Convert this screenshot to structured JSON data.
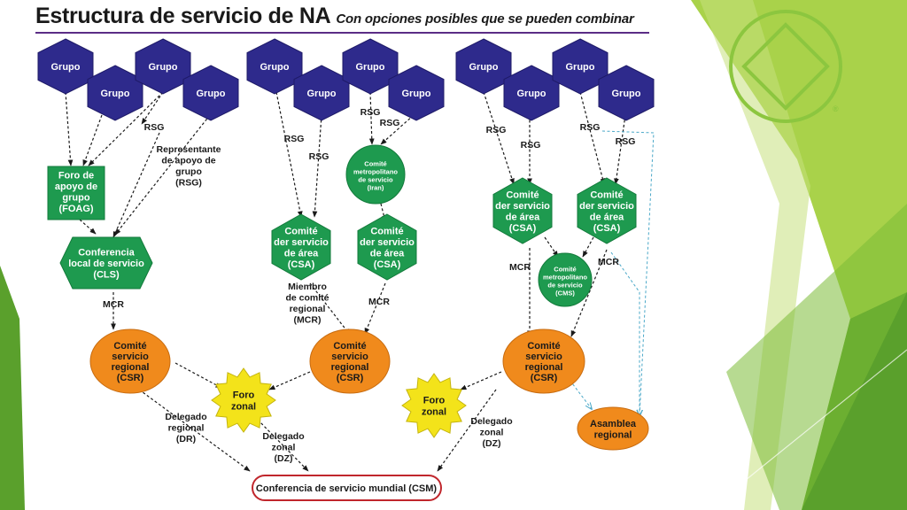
{
  "title": "Estructura de servicio de NA",
  "subtitle": "Con opciones posibles que se pueden combinar",
  "nodes": {
    "group": "Grupo",
    "foag": [
      "Foro de",
      "apoyo de",
      "grupo",
      "(FOAG)"
    ],
    "cls": [
      "Conferencia",
      "local de servicio",
      "(CLS)"
    ],
    "csa": [
      "Comité",
      "der servicio",
      "de área",
      "(CSA)"
    ],
    "cms_iran": [
      "Comité",
      "metropolitano",
      "de servicio",
      "(Iran)"
    ],
    "cms": [
      "Comité",
      "metropolitano",
      "de servicio",
      "(CMS)"
    ],
    "csr": [
      "Comité",
      "servicio",
      "regional",
      "(CSR)"
    ],
    "foro_zonal": [
      "Foro",
      "zonal"
    ],
    "asamblea": [
      "Asamblea",
      "regional"
    ],
    "csm": "Conferencia de servicio mundial (CSM)"
  },
  "labels": {
    "rsg": "RSG",
    "mcr": "MCR",
    "representante": [
      "Representante",
      "de apoyo de",
      "grupo",
      "(RSG)"
    ],
    "miembro": [
      "Miembro",
      "de comité",
      "regional",
      "(MCR)"
    ],
    "delegado_regional": [
      "Delegado",
      "regional",
      "(DR)"
    ],
    "delegado_zonal": [
      "Delegado",
      "zonal",
      "(DZ)"
    ]
  },
  "colors": {
    "group": "#2e2a8c",
    "green": "#1e9a4f",
    "orange": "#f08a1c",
    "yellow": "#f3e31a",
    "csm_border": "#c0262c",
    "divider": "#5b2d86",
    "slide_green_light": "#a9d24a",
    "slide_green_dark": "#5aa02c",
    "logo_green": "#8cc63f"
  },
  "logo": {
    "trademark": "®"
  }
}
